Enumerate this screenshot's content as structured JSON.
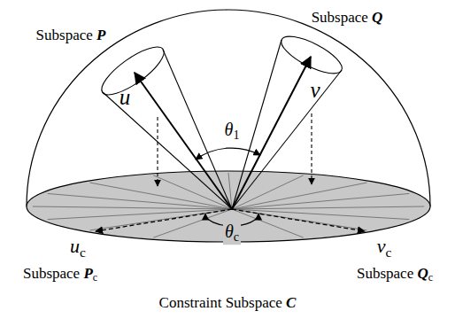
{
  "diagram": {
    "labels": [
      "Subspace P",
      "Subspace Q",
      "u",
      "v",
      "θ1",
      "uc",
      "vc",
      "θc",
      "Subspace Pc",
      "Subspace Qc",
      "Constraint Subspace C"
    ]
  }
}
